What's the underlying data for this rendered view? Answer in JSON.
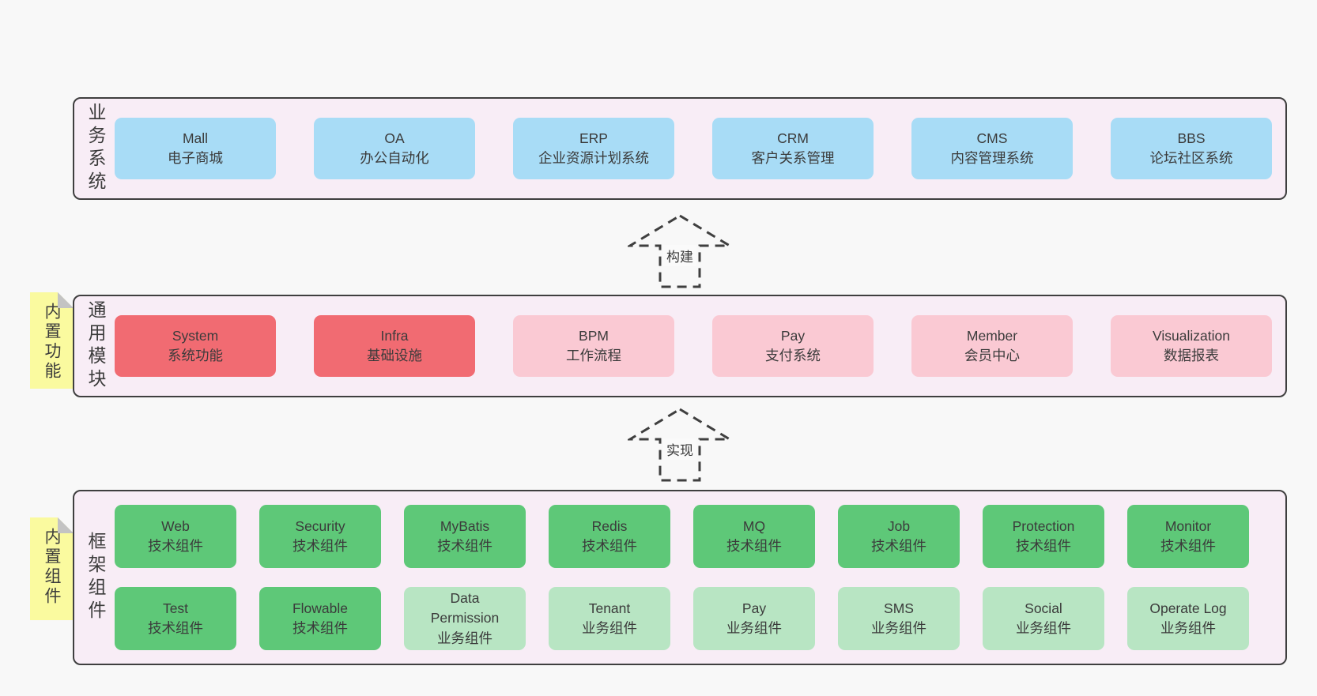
{
  "colors": {
    "page_bg": "#f8f8f8",
    "panel_bg": "#f8edf6",
    "panel_border": "#3f3f3f",
    "blue": "#a8dcf6",
    "red": "#f16b72",
    "pink": "#fac9d3",
    "green": "#5ec878",
    "light_green": "#b8e5c3",
    "note_yellow": "#fafa9f",
    "note_fold": "#c3c3c3",
    "text": "#3b3b3b"
  },
  "sections": {
    "business": {
      "label": "业务系统",
      "boxes": [
        {
          "name": "Mall",
          "desc": "电子商城"
        },
        {
          "name": "OA",
          "desc": "办公自动化"
        },
        {
          "name": "ERP",
          "desc": "企业资源计划系统"
        },
        {
          "name": "CRM",
          "desc": "客户关系管理"
        },
        {
          "name": "CMS",
          "desc": "内容管理系统"
        },
        {
          "name": "BBS",
          "desc": "论坛社区系统"
        }
      ]
    },
    "modules": {
      "label": "通用模块",
      "note": "内置功能",
      "boxes": [
        {
          "name": "System",
          "desc": "系统功能"
        },
        {
          "name": "Infra",
          "desc": "基础设施"
        },
        {
          "name": "BPM",
          "desc": "工作流程"
        },
        {
          "name": "Pay",
          "desc": "支付系统"
        },
        {
          "name": "Member",
          "desc": "会员中心"
        },
        {
          "name": "Visualization",
          "desc": "数据报表"
        }
      ]
    },
    "components": {
      "label": "框架组件",
      "note": "内置组件",
      "row1": [
        {
          "name": "Web",
          "desc": "技术组件"
        },
        {
          "name": "Security",
          "desc": "技术组件"
        },
        {
          "name": "MyBatis",
          "desc": "技术组件"
        },
        {
          "name": "Redis",
          "desc": "技术组件"
        },
        {
          "name": "MQ",
          "desc": "技术组件"
        },
        {
          "name": "Job",
          "desc": "技术组件"
        },
        {
          "name": "Protection",
          "desc": "技术组件"
        },
        {
          "name": "Monitor",
          "desc": "技术组件"
        }
      ],
      "row2": [
        {
          "name": "Test",
          "desc": "技术组件"
        },
        {
          "name": "Flowable",
          "desc": "技术组件"
        },
        {
          "name": "Data Permission",
          "desc": "业务组件"
        },
        {
          "name": "Tenant",
          "desc": "业务组件"
        },
        {
          "name": "Pay",
          "desc": "业务组件"
        },
        {
          "name": "SMS",
          "desc": "业务组件"
        },
        {
          "name": "Social",
          "desc": "业务组件"
        },
        {
          "name": "Operate Log",
          "desc": "业务组件"
        }
      ]
    }
  },
  "arrows": {
    "build": {
      "label": "构建"
    },
    "implement": {
      "label": "实现"
    }
  }
}
